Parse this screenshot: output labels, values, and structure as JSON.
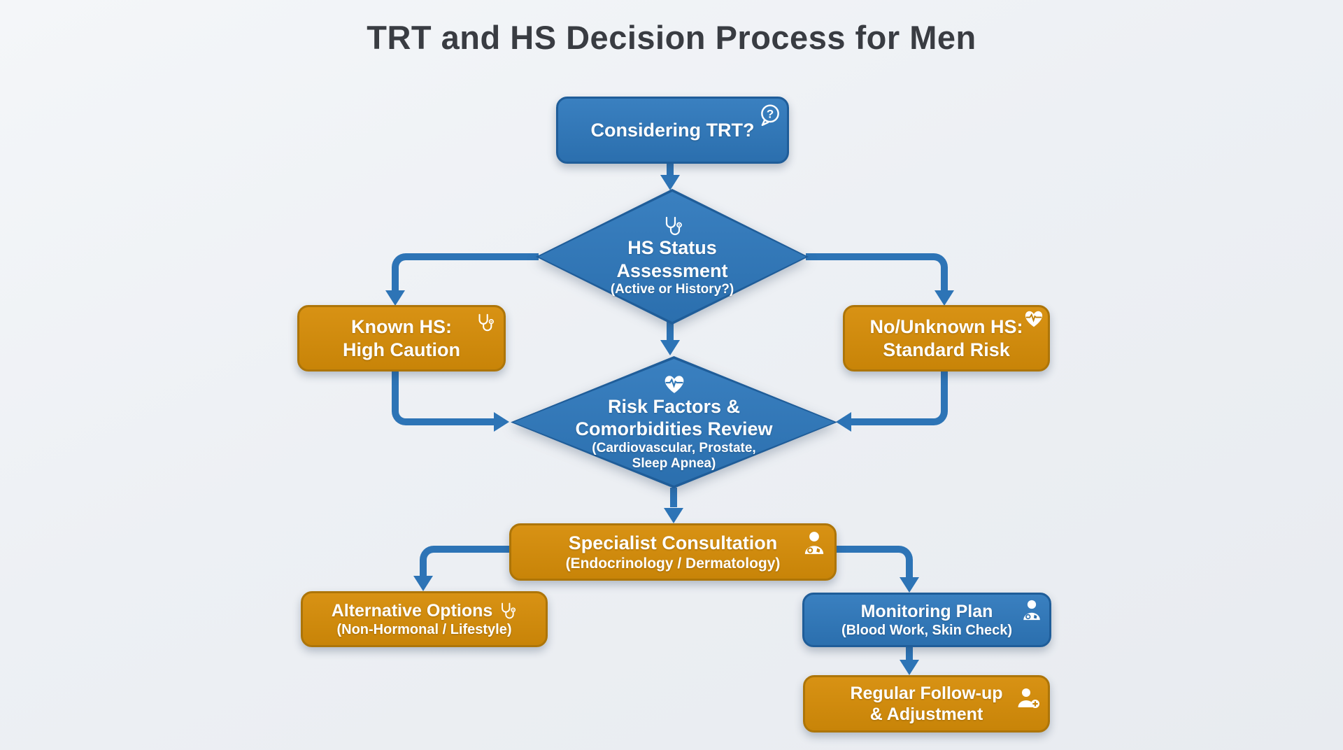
{
  "title": "TRT and HS Decision Process for Men",
  "icons": {
    "question_mark": "?"
  },
  "colors": {
    "node_blue": "#2e75b5",
    "node_blue_border": "#1f5d99",
    "node_orange": "#cf8a0e",
    "node_orange_border": "#ad7509",
    "arrow_blue": "#2d74b6",
    "background": "#edf0f4",
    "title_text": "#393c42",
    "node_text": "#ffffff"
  },
  "nodes": {
    "considering_trt": {
      "label": "Considering TRT?",
      "icon": "question-bubble-icon"
    },
    "hs_status_assessment": {
      "title_line1": "HS Status",
      "title_line2": "Assessment",
      "subtitle": "(Active or History?)",
      "icon": "stethoscope-icon"
    },
    "known_hs": {
      "title_line1": "Known HS:",
      "title_line2": "High Caution",
      "icon": "stethoscope-icon"
    },
    "no_unknown_hs": {
      "title_line1": "No/Unknown HS:",
      "title_line2": "Standard Risk",
      "icon": "heart-pulse-icon"
    },
    "risk_review": {
      "title_line1": "Risk Factors &",
      "title_line2": "Comorbidities Review",
      "subtitle_line1": "(Cardiovascular, Prostate,",
      "subtitle_line2": "Sleep Apnea)",
      "icon": "heart-pulse-icon"
    },
    "specialist_consultation": {
      "title_line1": "Specialist Consultation",
      "subtitle": "(Endocrinology / Dermatology)",
      "icon": "doctor-icon"
    },
    "alternative_options": {
      "title_line1": "Alternative Options",
      "subtitle": "(Non-Hormonal / Lifestyle)",
      "icon": "stethoscope-icon"
    },
    "monitoring_plan": {
      "title_line1": "Monitoring Plan",
      "subtitle": "(Blood Work, Skin Check)",
      "icon": "doctor-icon"
    },
    "regular_followup": {
      "title_line1": "Regular Follow-up",
      "title_line2": "& Adjustment",
      "icon": "person-plus-icon"
    }
  }
}
